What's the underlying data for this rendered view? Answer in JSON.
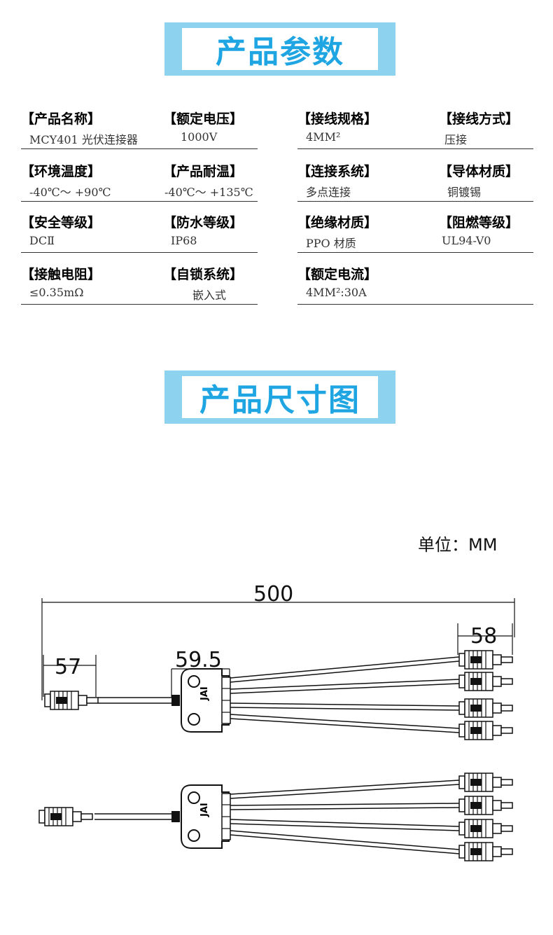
{
  "sections": {
    "params_title": "产品参数",
    "dimension_title": "产品尺寸图"
  },
  "specs": [
    {
      "label": "【产品名称】",
      "value": "MCY401 光伏连接器"
    },
    {
      "label": "【额定电压】",
      "value": "1000V"
    },
    {
      "label": "【接线规格】",
      "value": "4MM²"
    },
    {
      "label": "【接线方式】",
      "value": "压接"
    },
    {
      "label": "【环境温度】",
      "value": "-40℃～ +90℃"
    },
    {
      "label": "【产品耐温】",
      "value": "-40℃～ +135℃"
    },
    {
      "label": "【连接系统】",
      "value": "多点连接"
    },
    {
      "label": "【导体材质】",
      "value": "铜镀锡"
    },
    {
      "label": "【安全等级】",
      "value": "DCⅡ"
    },
    {
      "label": "【防水等级】",
      "value": "IP68"
    },
    {
      "label": "【绝缘材质】",
      "value": "PPO 材质"
    },
    {
      "label": "【阻燃等级】",
      "value": "UL94-V0"
    },
    {
      "label": "【接触电阻】",
      "value": "≤0.35mΩ"
    },
    {
      "label": "【自锁系统】",
      "value": "嵌入式"
    },
    {
      "label": "【额定电流】",
      "value": "4MM²:30A"
    }
  ],
  "drawing": {
    "unit": "单位：MM",
    "dim_total": "500",
    "dim_left_connector": "57",
    "dim_branch_body": "59.5",
    "dim_right_connector": "58",
    "body_mark": "JAI"
  },
  "colors": {
    "banner_bg": "#8dd3ef",
    "banner_text": "#1fa6e2"
  }
}
